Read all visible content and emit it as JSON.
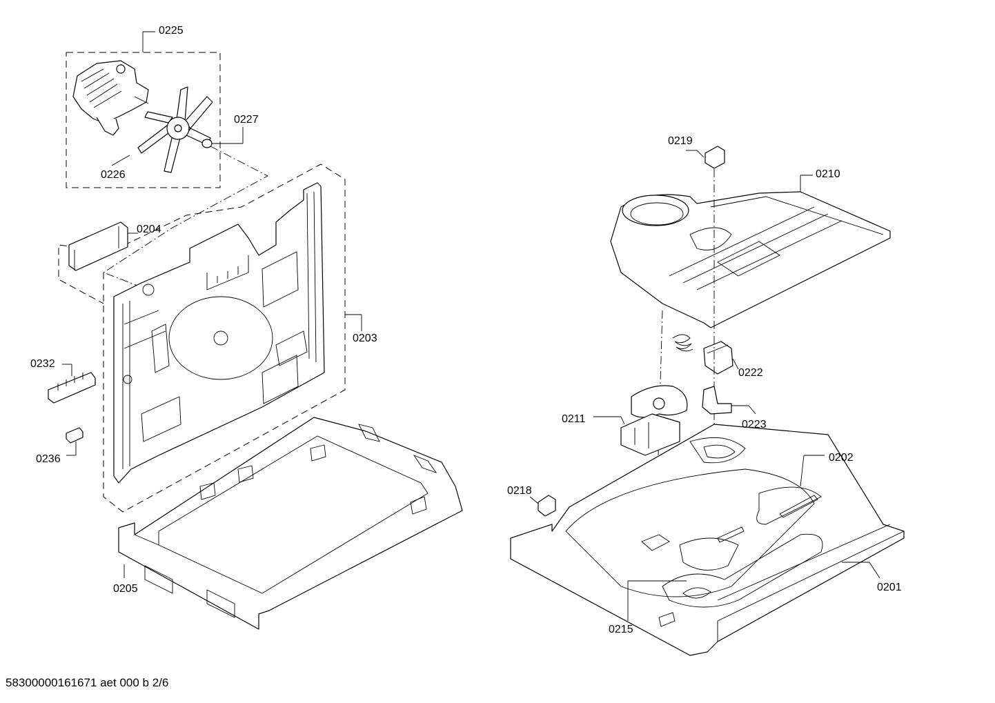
{
  "labels": {
    "p0225": "0225",
    "p0227": "0227",
    "p0226": "0226",
    "p0204": "0204",
    "p0203": "0203",
    "p0232": "0232",
    "p0236": "0236",
    "p0205": "0205",
    "p0219": "0219",
    "p0210": "0210",
    "p0222": "0222",
    "p0211": "0211",
    "p0223": "0223",
    "p0202": "0202",
    "p0218": "0218",
    "p0201": "0201",
    "p0215": "0215"
  },
  "footer": "58300000161671 aet 000 b 2/6"
}
